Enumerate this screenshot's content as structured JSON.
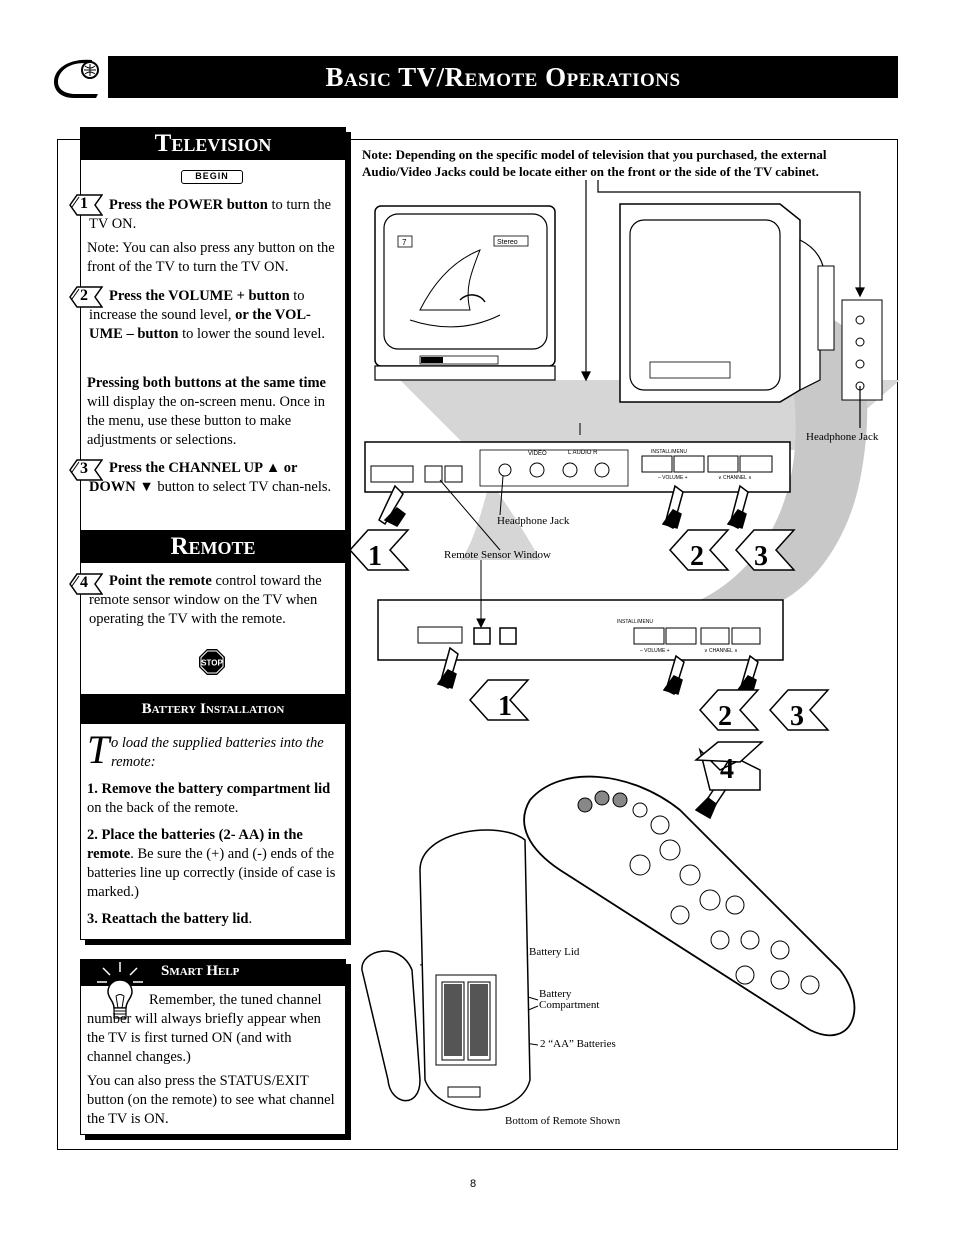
{
  "header": {
    "title": "Basic TV/Remote Operations",
    "logo_icon": "cable-plug-logo-icon"
  },
  "television": {
    "heading": "Television",
    "begin_label": "BEGIN",
    "step1": {
      "num": "1",
      "bold": "Press the POWER button",
      "rest": " to turn the TV ON."
    },
    "step1_note": "Note: You can also press any button on the front of the TV to turn the TV ON.",
    "step2": {
      "num": "2",
      "bold1": "Press the VOLUME + button",
      "mid": " to increase the sound level, ",
      "bold2": "or the VOL-UME –  button",
      "rest": " to lower the sound level."
    },
    "step2_note": {
      "bold": "Pressing both buttons at the same time",
      "rest": " will display the on-screen menu. Once in the menu, use these button to make adjustments or selections."
    },
    "step3": {
      "num": "3",
      "bold": "Press the CHANNEL UP ▲ or DOWN ▼",
      "rest": " button to select TV chan-nels."
    }
  },
  "remote": {
    "heading": "Remote",
    "step4": {
      "num": "4",
      "bold": "Point the remote",
      "rest": " control toward the remote sensor window on the TV when operating the TV with the remote."
    },
    "stop_label": "STOP"
  },
  "battery": {
    "heading": "Battery Installation",
    "drop_cap": "T",
    "intro": "o load the supplied batteries into the remote:",
    "step1": {
      "bold": "1.  Remove the battery compartment lid",
      "rest": " on the back of the remote."
    },
    "step2": {
      "bold": "2.  Place the batteries (2- AA) in the remote",
      "rest": ". Be sure the (+) and (-) ends of the batteries line up correctly (inside of case is marked.)"
    },
    "step3": {
      "bold": "3.  Reattach the battery lid",
      "rest": "."
    }
  },
  "smart_help": {
    "heading": "Smart Help",
    "para1": "Remember, the tuned channel number will always briefly appear when the TV is first turned ON (and with channel changes.)",
    "para2": "You can also press the STATUS/EXIT button (on the remote) to see what channel the TV is ON."
  },
  "illustration": {
    "note": "Note: Depending on the specific model of television that you purchased, the external Audio/Video Jacks could be locate either on the front or the side of the TV cabinet.",
    "tv_channel": "7",
    "tv_stereo": "Stereo",
    "headphone_jack_right": "Headphone Jack",
    "headphone_jack_center": "Headphone Jack",
    "remote_sensor_window": "Remote Sensor Window",
    "panel_video": "VIDEO",
    "panel_audio": "L   AUDIO   R",
    "panel_install_menu": "INSTALL/MENU",
    "panel_volume": "–  VOLUME  +",
    "panel_channel": "∨   CHANNEL   ∧",
    "callout_1": "1",
    "callout_2": "2",
    "callout_3": "3",
    "callout_4": "4",
    "battery_lid": "Battery Lid",
    "battery_compartment": "Battery\nCompartment",
    "aa_batteries": "2 “AA” Batteries",
    "bottom_of_remote": "Bottom of Remote Shown"
  },
  "page_number": "8"
}
